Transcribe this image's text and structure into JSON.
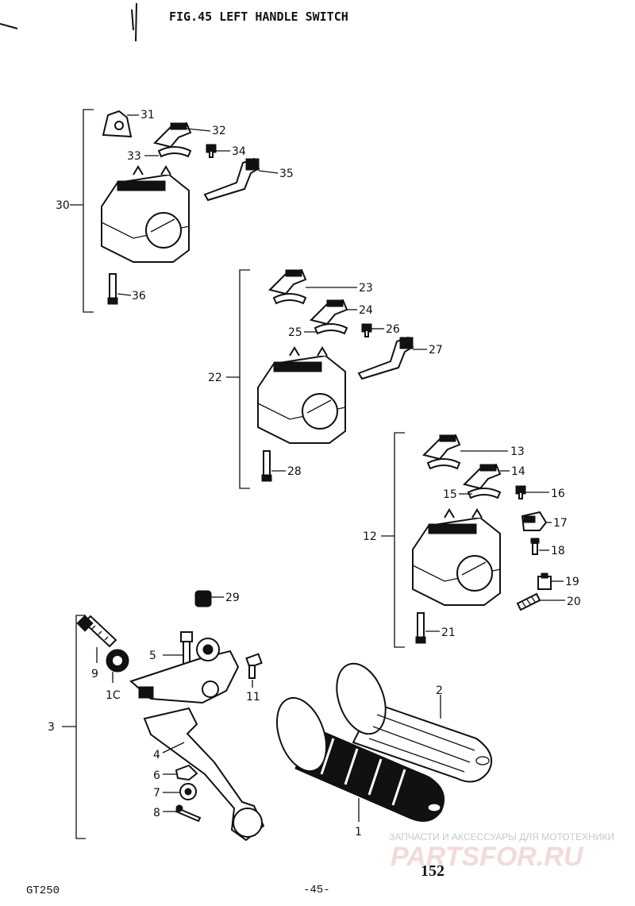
{
  "title": "FIG.45  LEFT HANDLE SWITCH",
  "model": "GT250",
  "page_number": "-45-",
  "stamp_number": "152",
  "watermark": {
    "line1": "ЗАПЧАСТИ И АКСЕССУАРЫ ДЛЯ МОТОТЕХНИКИ",
    "line2": "PARTSFOR.RU"
  },
  "groups": [
    {
      "label": "30",
      "parts": [
        "31",
        "32",
        "33",
        "34",
        "35",
        "36"
      ]
    },
    {
      "label": "22",
      "parts": [
        "23",
        "24",
        "25",
        "26",
        "27",
        "28"
      ]
    },
    {
      "label": "12",
      "parts": [
        "13",
        "14",
        "15",
        "16",
        "17",
        "18",
        "19",
        "20",
        "21"
      ]
    },
    {
      "label": "3",
      "parts": [
        "4",
        "5",
        "6",
        "7",
        "8",
        "9",
        "1C",
        "11"
      ]
    }
  ],
  "callouts": {
    "p1": "1",
    "p2": "2",
    "p3": "3",
    "p4": "4",
    "p5": "5",
    "p6": "6",
    "p7": "7",
    "p8": "8",
    "p9": "9",
    "p10": "1C",
    "p11": "11",
    "p12": "12",
    "p13": "13",
    "p14": "14",
    "p15": "15",
    "p16": "16",
    "p17": "17",
    "p18": "18",
    "p19": "19",
    "p20": "20",
    "p21": "21",
    "p22": "22",
    "p23": "23",
    "p24": "24",
    "p25": "25",
    "p26": "26",
    "p27": "27",
    "p28": "28",
    "p29": "29",
    "p30": "30",
    "p31": "31",
    "p32": "32",
    "p33": "33",
    "p34": "34",
    "p35": "35",
    "p36": "36"
  }
}
